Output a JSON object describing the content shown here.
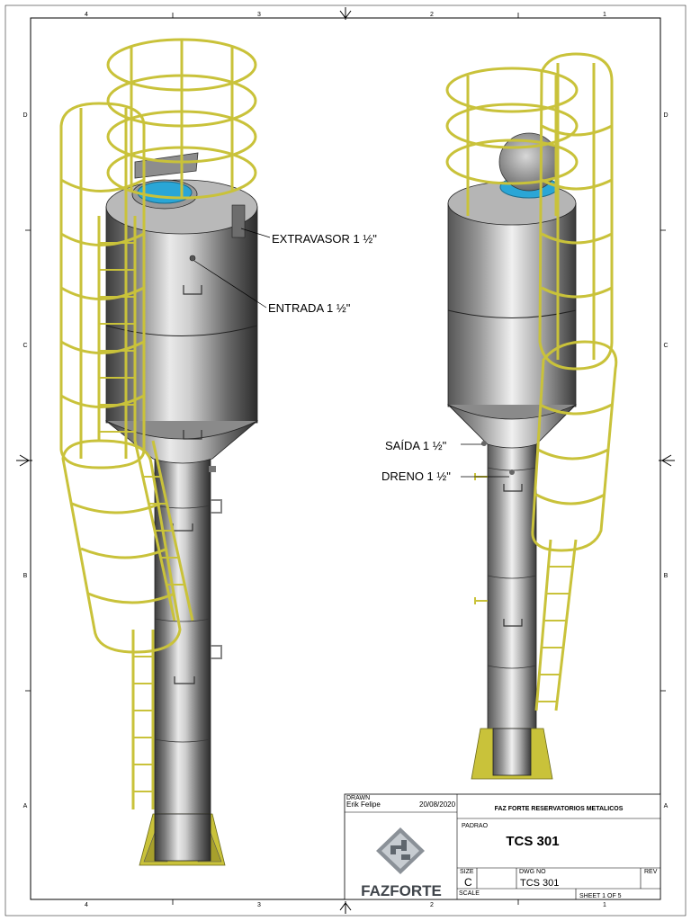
{
  "sheet": {
    "zones_top": [
      "4",
      "3",
      "2",
      "1"
    ],
    "zones_side": [
      "D",
      "C",
      "B",
      "A"
    ]
  },
  "callouts": {
    "extravasor": "EXTRAVASOR  1 ½\"",
    "entrada": "ENTRADA 1 ½\"",
    "saida": "SAÍDA 1 ½\"",
    "dreno": "DRENO 1 ½\""
  },
  "title_block": {
    "drawn_label": "DRAWN",
    "drawn_by": "Erik Felipe",
    "date": "20/08/2020",
    "company": "FAZ FORTE RESERVATORIOS METALICOS",
    "logo_text": "FAZFORTE",
    "title_label": "PADRAO",
    "title": "TCS 301",
    "size_label": "SIZE",
    "size": "C",
    "dwg_no_label": "DWG NO",
    "dwg_no": "TCS 301",
    "rev_label": "REV",
    "scale_label": "SCALE",
    "sheet": "SHEET 1  OF 5"
  },
  "colors": {
    "ladder": "#c9c23a",
    "ladder_dark": "#6b6a1a",
    "water": "#2aa6d6",
    "steel_light": "#e2e2e2",
    "steel_dark": "#3a3a3a"
  }
}
